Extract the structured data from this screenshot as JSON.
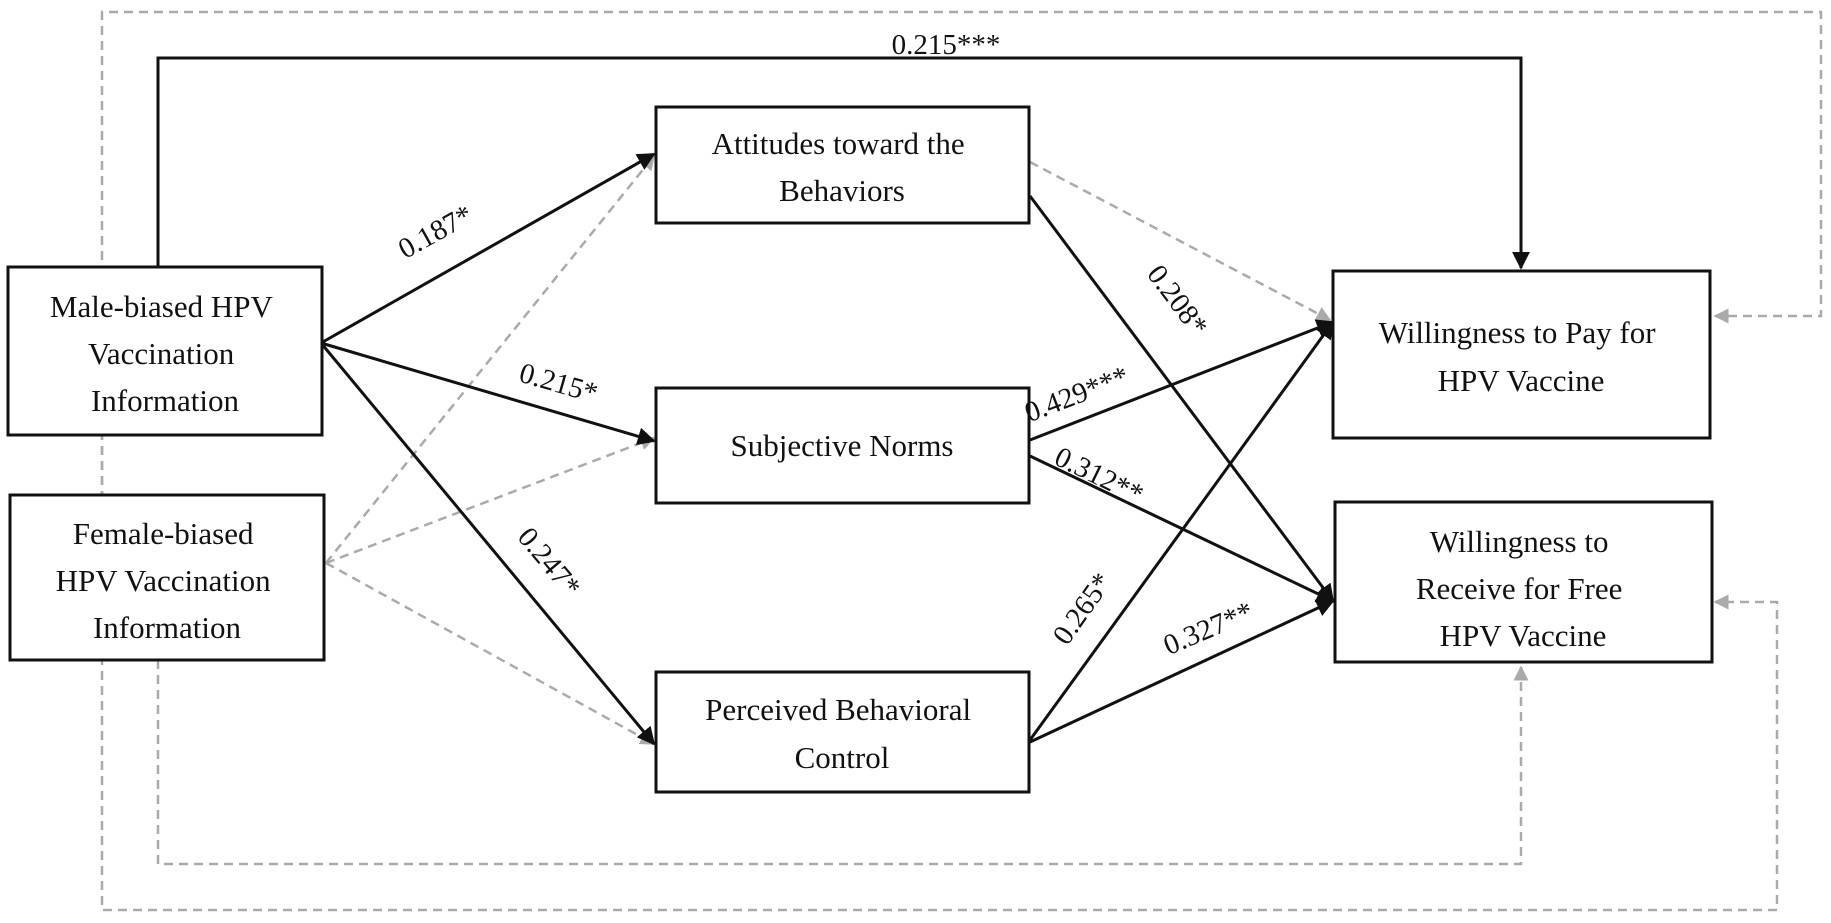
{
  "nodes": {
    "male": {
      "lines": [
        "Male-biased HPV",
        "Vaccination",
        "Information"
      ]
    },
    "female": {
      "lines": [
        "Female-biased",
        "HPV Vaccination",
        "Information"
      ]
    },
    "attitudes": {
      "lines": [
        "Attitudes toward the",
        "Behaviors"
      ]
    },
    "norms": {
      "lines": [
        "Subjective Norms"
      ]
    },
    "pbc": {
      "lines": [
        "Perceived Behavioral",
        "Control"
      ]
    },
    "wtp": {
      "lines": [
        "Willingness to Pay for",
        "HPV Vaccine"
      ]
    },
    "wtr": {
      "lines": [
        "Willingness to",
        "Receive for Free",
        "HPV Vaccine"
      ]
    }
  },
  "paths": {
    "male_wtp": {
      "label": "0.215***",
      "significant": true
    },
    "male_att": {
      "label": "0.187*",
      "significant": true
    },
    "male_norms": {
      "label": "0.215*",
      "significant": true
    },
    "male_pbc": {
      "label": "0.247*",
      "significant": true
    },
    "att_wtr": {
      "label": "0.208*",
      "significant": true
    },
    "norms_wtp": {
      "label": "0.429***",
      "significant": true
    },
    "norms_wtr": {
      "label": "0.312**",
      "significant": true
    },
    "pbc_wtp": {
      "label": "0.265*",
      "significant": true
    },
    "pbc_wtr": {
      "label": "0.327**",
      "significant": true
    },
    "female_att": {
      "label": "",
      "significant": false
    },
    "female_norms": {
      "label": "",
      "significant": false
    },
    "female_pbc": {
      "label": "",
      "significant": false
    },
    "female_wtr": {
      "label": "",
      "significant": false
    },
    "female_wtp": {
      "label": "",
      "significant": false
    },
    "att_wtp": {
      "label": "",
      "significant": false
    },
    "male_wtr": {
      "label": "",
      "significant": false
    }
  },
  "colors": {
    "significant_line": "#111111",
    "nonsignificant_line": "#aaaaaa"
  }
}
